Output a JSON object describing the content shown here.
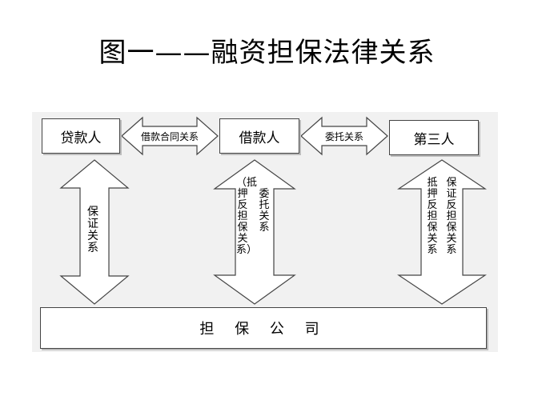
{
  "title": "图一——融资担保法律关系",
  "nodes": {
    "lender": "贷款人",
    "borrower": "借款人",
    "third_party": "第三人",
    "guarantee_company": "担 保 公 司"
  },
  "relations": {
    "loan_contract": "借款合同关系",
    "entrustment": "委托关系",
    "guarantee": "保证关系",
    "borrower_counter": "（抵押反担保关系）",
    "borrower_entrust": "委托关系",
    "third_counter_pledge": "抵押反担保关系",
    "third_counter_guarantee": "保证反担保关系"
  }
}
